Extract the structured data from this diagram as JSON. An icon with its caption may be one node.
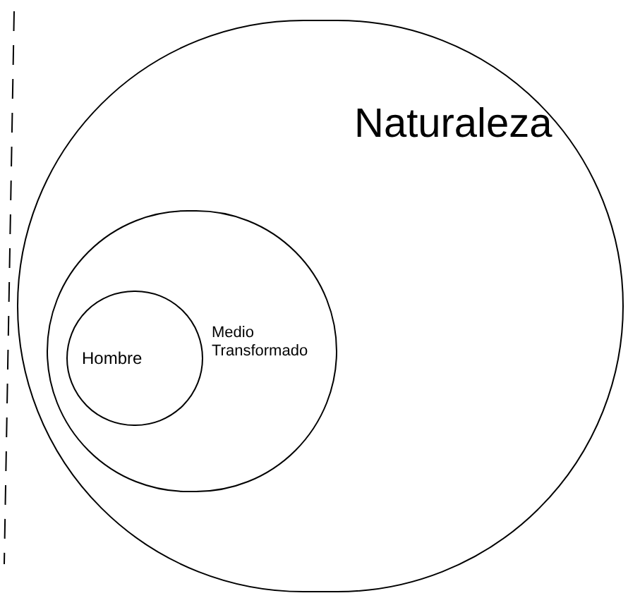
{
  "diagram": {
    "nodes": [
      {
        "text": [
          "Naturaleza"
        ]
      },
      {
        "text": [
          "Medio Transformado"
        ],
        "in": 0
      },
      {
        "text": [
          "Hombre"
        ],
        "in": 1
      }
    ]
  }
}
